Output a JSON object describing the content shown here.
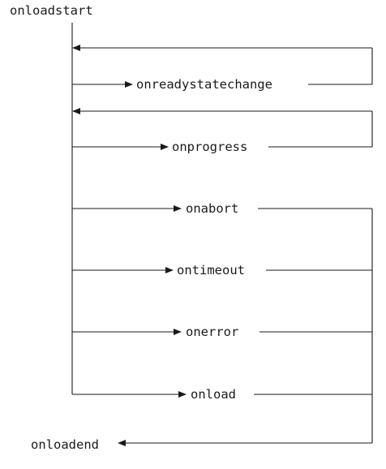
{
  "diagram": {
    "start_label": "onloadstart",
    "end_label": "onloadend",
    "events": [
      {
        "label": "onreadystatechange",
        "loops_back": true
      },
      {
        "label": "onprogress",
        "loops_back": true
      },
      {
        "label": "onabort",
        "loops_back": false
      },
      {
        "label": "ontimeout",
        "loops_back": false
      },
      {
        "label": "onerror",
        "loops_back": false
      },
      {
        "label": "onload",
        "loops_back": false
      }
    ]
  }
}
